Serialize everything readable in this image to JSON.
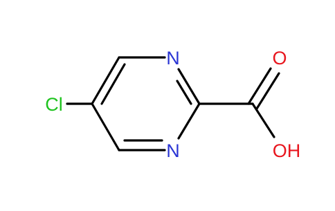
{
  "molecule": {
    "atoms": {
      "chlorine": "Cl",
      "nitrogen_top": "N",
      "nitrogen_bottom": "N",
      "carbonyl_oxygen": "O",
      "hydroxyl": "OH"
    },
    "colors": {
      "bond": "#000000",
      "chlorine": "#1ec31e",
      "nitrogen": "#2a35d4",
      "oxygen": "#e8161e"
    }
  }
}
